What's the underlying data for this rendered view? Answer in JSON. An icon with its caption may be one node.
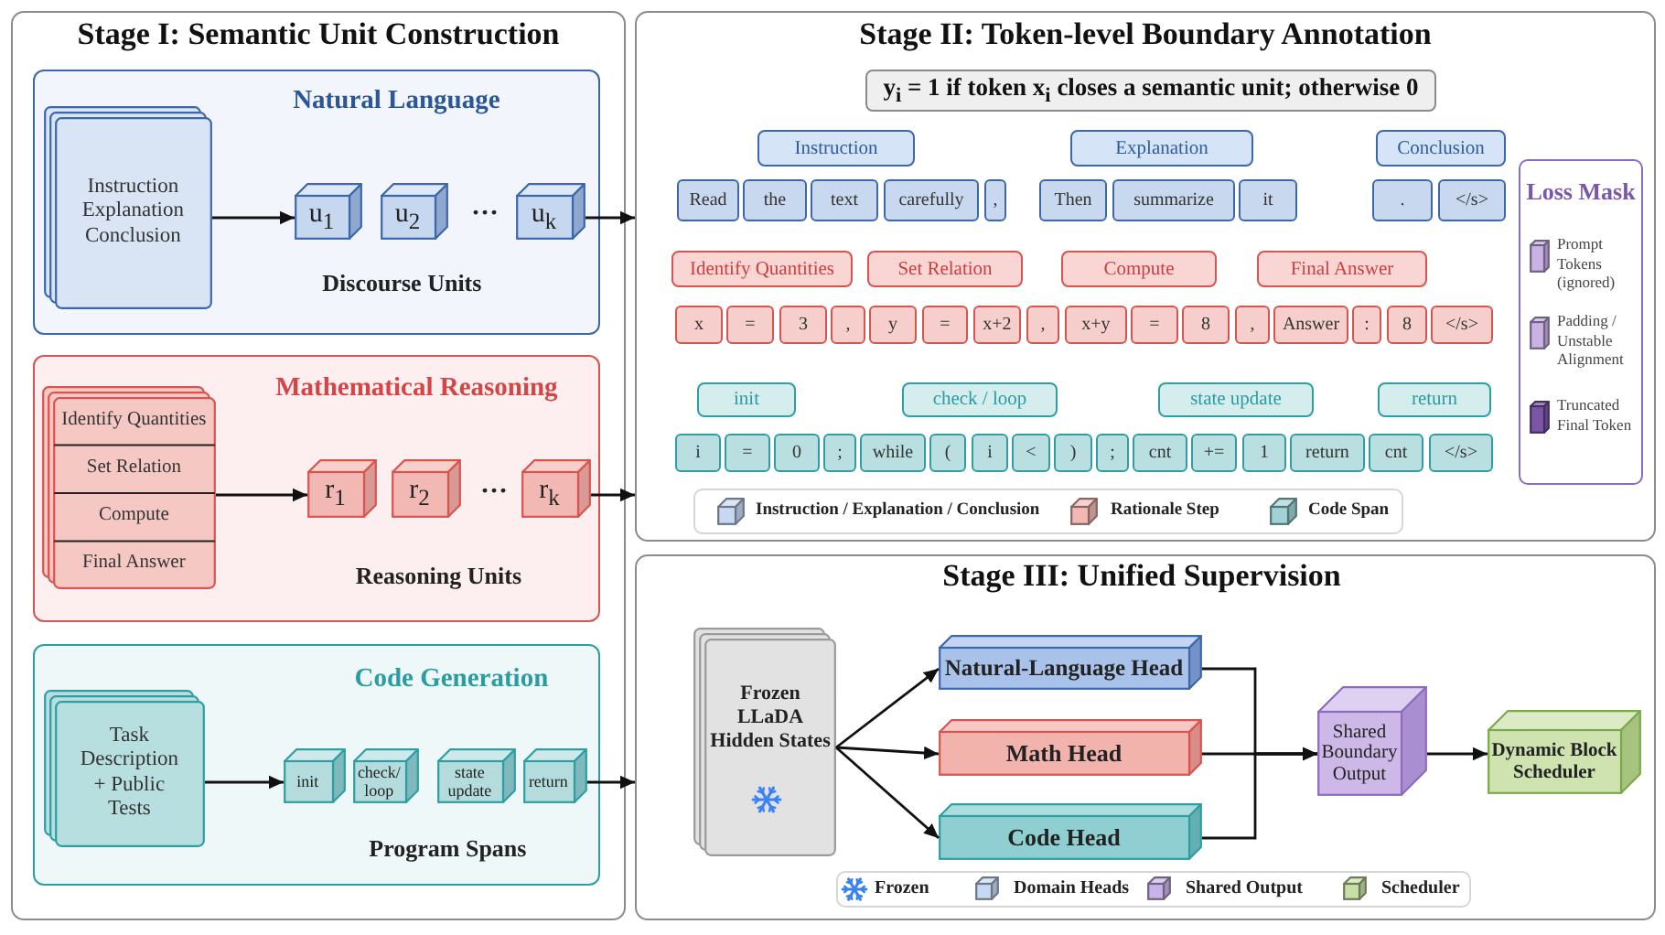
{
  "diagram": {
    "nodes": [
      {
        "text": [
          "Stage I: Semantic Unit Construction"
        ]
      },
      {
        "text": [
          "Natural Language",
          "Discourse Units"
        ],
        "in": 0
      },
      {
        "text": [
          "Instruction Explanation Conclusion"
        ],
        "in": 1
      },
      {
        "text": [
          "u$_{1}$"
        ],
        "in": 1
      },
      {
        "text": [
          "u$_{2}$"
        ],
        "in": 1
      },
      {
        "text": [
          "u$_{k}$"
        ],
        "in": 1
      },
      {
        "text": [
          "Mathematical Reasoning",
          "Reasoning Units"
        ],
        "in": 0
      },
      {
        "text": [
          "Identify Quantities",
          "Set Relation",
          "Compute",
          "Final Answer"
        ],
        "in": 6
      },
      {
        "text": [
          "r$_{1}$"
        ],
        "in": 6
      },
      {
        "text": [
          "r$_{2}$"
        ],
        "in": 6
      },
      {
        "text": [
          "r$_{k}$"
        ],
        "in": 6
      },
      {
        "text": [
          "Code Generation",
          "Program Spans"
        ],
        "in": 0
      },
      {
        "text": [
          "Task Description + Public Tests"
        ],
        "in": 11
      },
      {
        "text": [
          "init"
        ],
        "in": 11
      },
      {
        "text": [
          "check/ loop"
        ],
        "in": 11
      },
      {
        "text": [
          "state update"
        ],
        "in": 11
      },
      {
        "text": [
          "return"
        ],
        "in": 11
      },
      {
        "text": [
          "Stage II: Token-level Boundary Annotation"
        ]
      },
      {
        "text": [
          "y$_{i}$ = 1 if token x$_{i}$ closes a semantic unit; otherwise 0"
        ],
        "in": 17
      },
      {
        "text": [
          "Instruction"
        ],
        "in": 17
      },
      {
        "text": [
          "Explanation"
        ],
        "in": 17
      },
      {
        "text": [
          "Conclusion"
        ],
        "in": 17
      },
      {
        "text": [
          "Read"
        ],
        "in": 17
      },
      {
        "text": [
          "the"
        ],
        "in": 17
      },
      {
        "text": [
          "text"
        ],
        "in": 17
      },
      {
        "text": [
          "carefully"
        ],
        "in": 17
      },
      {
        "text": [
          ","
        ],
        "in": 17
      },
      {
        "text": [
          "Then"
        ],
        "in": 17
      },
      {
        "text": [
          "summarize"
        ],
        "in": 17
      },
      {
        "text": [
          "it"
        ],
        "in": 17
      },
      {
        "text": [
          "."
        ],
        "in": 17
      },
      {
        "text": [
          "</s>"
        ],
        "in": 17
      },
      {
        "text": [
          "Identify Quantities"
        ],
        "in": 17
      },
      {
        "text": [
          "Set Relation"
        ],
        "in": 17
      },
      {
        "text": [
          "Compute"
        ],
        "in": 17
      },
      {
        "text": [
          "Final Answer"
        ],
        "in": 17
      },
      {
        "text": [
          "x"
        ],
        "in": 17
      },
      {
        "text": [
          "="
        ],
        "in": 17
      },
      {
        "text": [
          "3"
        ],
        "in": 17
      },
      {
        "text": [
          ","
        ],
        "in": 17
      },
      {
        "text": [
          "y"
        ],
        "in": 17
      },
      {
        "text": [
          "="
        ],
        "in": 17
      },
      {
        "text": [
          "x+2"
        ],
        "in": 17
      },
      {
        "text": [
          ","
        ],
        "in": 17
      },
      {
        "text": [
          "x+y"
        ],
        "in": 17
      },
      {
        "text": [
          "="
        ],
        "in": 17
      },
      {
        "text": [
          "8"
        ],
        "in": 17
      },
      {
        "text": [
          ","
        ],
        "in": 17
      },
      {
        "text": [
          "Answer"
        ],
        "in": 17
      },
      {
        "text": [
          ":"
        ],
        "in": 17
      },
      {
        "text": [
          "8"
        ],
        "in": 17
      },
      {
        "text": [
          "</s>"
        ],
        "in": 17
      },
      {
        "text": [
          "init"
        ],
        "in": 17
      },
      {
        "text": [
          "check / loop"
        ],
        "in": 17
      },
      {
        "text": [
          "state update"
        ],
        "in": 17
      },
      {
        "text": [
          "return"
        ],
        "in": 17
      },
      {
        "text": [
          "i"
        ],
        "in": 17
      },
      {
        "text": [
          "="
        ],
        "in": 17
      },
      {
        "text": [
          "0"
        ],
        "in": 17
      },
      {
        "text": [
          ";"
        ],
        "in": 17
      },
      {
        "text": [
          "while"
        ],
        "in": 17
      },
      {
        "text": [
          "("
        ],
        "in": 17
      },
      {
        "text": [
          "i"
        ],
        "in": 17
      },
      {
        "text": [
          "<"
        ],
        "in": 17
      },
      {
        "text": [
          ")"
        ],
        "in": 17
      },
      {
        "text": [
          ";"
        ],
        "in": 17
      },
      {
        "text": [
          "cnt"
        ],
        "in": 17
      },
      {
        "text": [
          "+="
        ],
        "in": 17
      },
      {
        "text": [
          "1"
        ],
        "in": 17
      },
      {
        "text": [
          "return"
        ],
        "in": 17
      },
      {
        "text": [
          "cnt"
        ],
        "in": 17
      },
      {
        "text": [
          "</s>"
        ],
        "in": 17
      },
      {
        "text": [
          "Stage III: Unified Supervision"
        ]
      },
      {
        "text": [
          "Frozen LLaDA Hidden States"
        ],
        "in": 72
      },
      {
        "text": [
          "Natural-Language Head"
        ],
        "in": 72
      },
      {
        "text": [
          "Math Head"
        ],
        "in": 72
      },
      {
        "text": [
          "Code Head"
        ],
        "in": 72
      },
      {
        "text": [
          "Shared Boundary Output"
        ],
        "in": 72
      },
      {
        "text": [
          "Dynamic Block Scheduler"
        ],
        "in": 72
      }
    ],
    "edges": [
      {
        "from": 2,
        "to": 3,
        "arrow": "to"
      },
      {
        "from": 7,
        "to": 8,
        "arrow": "to"
      },
      {
        "from": 12,
        "to": 13,
        "arrow": "to"
      },
      {
        "from": 5,
        "to": 17,
        "arrow": "to"
      },
      {
        "from": 10,
        "to": 17,
        "arrow": "to"
      },
      {
        "from": 16,
        "to": 72,
        "arrow": "to"
      },
      {
        "from": 73,
        "to": 74,
        "arrow": "to"
      },
      {
        "from": 73,
        "to": 75,
        "arrow": "to"
      },
      {
        "from": 73,
        "to": 76,
        "arrow": "to"
      },
      {
        "from": 74,
        "to": 77,
        "arrow": "to"
      },
      {
        "from": 75,
        "to": 77,
        "arrow": "to"
      },
      {
        "from": 76,
        "to": 77,
        "arrow": "to"
      },
      {
        "from": 77,
        "to": 78,
        "arrow": "to"
      }
    ],
    "labels": [
      "···",
      "···",
      "Loss Mask"
    ],
    "legend": [
      {
        "text": "Prompt Tokens (ignored)",
        "color": "#c9b3e6"
      },
      {
        "text": "Padding / Unstable Alignment",
        "color": "#c9b3e6"
      },
      {
        "text": "Truncated Final Token",
        "color": "#7b56a8"
      },
      {
        "text": "Instruction / Explanation / Conclusion",
        "color": "#c6d8f2"
      },
      {
        "text": "Rationale Step",
        "color": "#f4b8b4"
      },
      {
        "text": "Code Span",
        "color": "#9fd3d5"
      },
      {
        "text": "Frozen",
        "color": "#3b82f6"
      },
      {
        "text": "Domain Heads",
        "color": "#c6d8f2"
      },
      {
        "text": "Shared Output",
        "color": "#c9b3e6"
      },
      {
        "text": "Scheduler",
        "color": "#c7e0a6"
      }
    ]
  }
}
